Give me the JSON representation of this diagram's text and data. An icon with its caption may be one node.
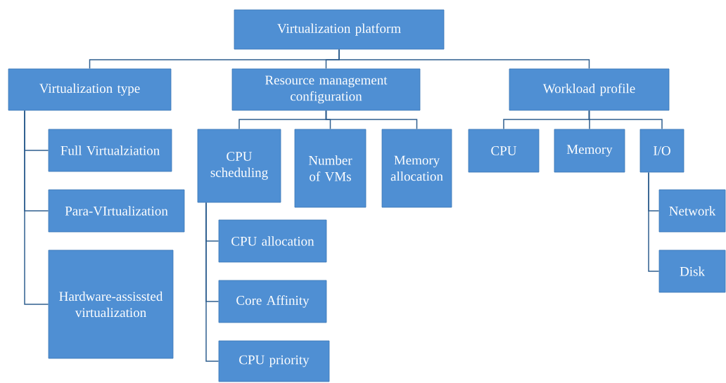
{
  "diagram": {
    "nodes": [
      {
        "text": [
          "Virtualization platform"
        ]
      },
      {
        "text": [
          "Virtualization type"
        ]
      },
      {
        "text": [
          "Resource management configuration"
        ]
      },
      {
        "text": [
          "Workload profile"
        ]
      },
      {
        "text": [
          "Full Virtualziation"
        ]
      },
      {
        "text": [
          "Para-VIrtualization"
        ]
      },
      {
        "text": [
          "Hardware-assissted virtualization"
        ]
      },
      {
        "text": [
          "CPU scheduling"
        ]
      },
      {
        "text": [
          "Number of VMs"
        ]
      },
      {
        "text": [
          "Memory allocation"
        ]
      },
      {
        "text": [
          "CPU allocation"
        ]
      },
      {
        "text": [
          "Core Affinity"
        ]
      },
      {
        "text": [
          "CPU priority"
        ]
      },
      {
        "text": [
          "CPU"
        ]
      },
      {
        "text": [
          "Memory"
        ]
      },
      {
        "text": [
          "I/O"
        ]
      },
      {
        "text": [
          "Network"
        ]
      },
      {
        "text": [
          "Disk"
        ]
      }
    ],
    "edges": [
      {
        "from": 0,
        "to": 1,
        "arrow": "none"
      },
      {
        "from": 0,
        "to": 2,
        "arrow": "none"
      },
      {
        "from": 0,
        "to": 3,
        "arrow": "none"
      },
      {
        "from": 1,
        "to": 4,
        "arrow": "none"
      },
      {
        "from": 1,
        "to": 5,
        "arrow": "none"
      },
      {
        "from": 1,
        "to": 6,
        "arrow": "none"
      },
      {
        "from": 2,
        "to": 7,
        "arrow": "none"
      },
      {
        "from": 2,
        "to": 8,
        "arrow": "none"
      },
      {
        "from": 2,
        "to": 9,
        "arrow": "none"
      },
      {
        "from": 7,
        "to": 10,
        "arrow": "none"
      },
      {
        "from": 7,
        "to": 11,
        "arrow": "none"
      },
      {
        "from": 7,
        "to": 12,
        "arrow": "none"
      },
      {
        "from": 3,
        "to": 13,
        "arrow": "none"
      },
      {
        "from": 3,
        "to": 14,
        "arrow": "none"
      },
      {
        "from": 3,
        "to": 15,
        "arrow": "none"
      },
      {
        "from": 15,
        "to": 16,
        "arrow": "none"
      },
      {
        "from": 15,
        "to": 17,
        "arrow": "none"
      }
    ]
  }
}
